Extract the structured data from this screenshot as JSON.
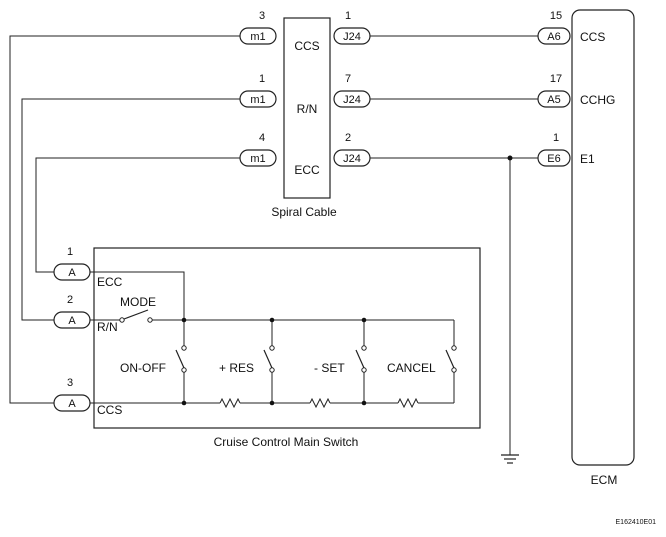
{
  "spiral_cable": {
    "label": "Spiral Cable",
    "left_connector": "m1",
    "right_connector": "J24",
    "rows": [
      {
        "signal": "CCS",
        "left_pin": "3",
        "right_pin": "1"
      },
      {
        "signal": "R/N",
        "left_pin": "1",
        "right_pin": "7"
      },
      {
        "signal": "ECC",
        "left_pin": "4",
        "right_pin": "2"
      }
    ]
  },
  "ecm": {
    "label": "ECM",
    "terminals": [
      {
        "connector": "A6",
        "pin": "15",
        "name": "CCS"
      },
      {
        "connector": "A5",
        "pin": "17",
        "name": "CCHG"
      },
      {
        "connector": "E6",
        "pin": "1",
        "name": "E1"
      }
    ]
  },
  "main_switch": {
    "label": "Cruise Control Main Switch",
    "connector": "A",
    "terminals": [
      {
        "pin": "1",
        "name": "ECC"
      },
      {
        "pin": "2",
        "name": "R/N"
      },
      {
        "pin": "3",
        "name": "CCS"
      }
    ],
    "switches": [
      "MODE",
      "ON-OFF",
      "+ RES",
      "- SET",
      "CANCEL"
    ]
  },
  "figure_id": "E162410E01"
}
